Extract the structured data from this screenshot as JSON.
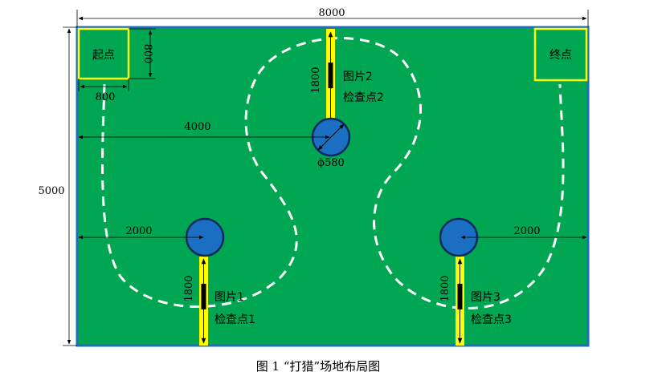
{
  "dimensions": {
    "field_width": "8000",
    "field_height": "5000",
    "start_zone_width": "800",
    "start_zone_height": "800",
    "center_offset": "4000",
    "left_offset": "2000",
    "right_offset": "2000",
    "track_length_1": "1800",
    "track_length_2": "1800",
    "track_length_3": "1800",
    "circle_diameter": "ϕ580"
  },
  "zones": {
    "start": "起点",
    "end": "终点"
  },
  "checkpoints": [
    {
      "picture": "图片1",
      "check": "检查点1"
    },
    {
      "picture": "图片2",
      "check": "检查点2"
    },
    {
      "picture": "图片3",
      "check": "检查点3"
    }
  ],
  "caption": "图 1 “打猎”场地布局图",
  "colors": {
    "field": "#00a651",
    "border": "#1f6fb8",
    "circle": "#1b6fc2",
    "track": "#ffff00",
    "zone_box": "#ffff00",
    "path": "#ffffff"
  }
}
